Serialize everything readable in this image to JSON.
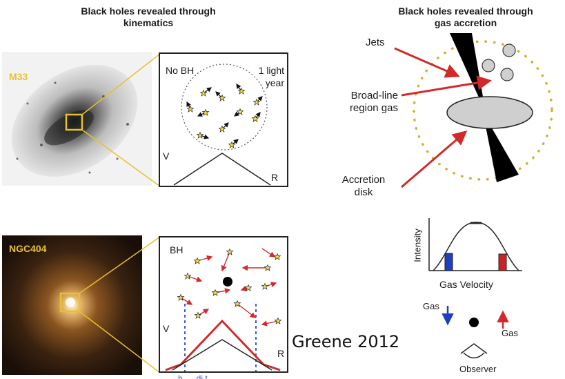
{
  "left_title": "Black holes revealed through\nkinematics",
  "right_title": "Black holes revealed through\ngas accretion",
  "m33": {
    "galaxy_label": "M33",
    "panel": {
      "no_bh": "No BH",
      "scale": "1 light\nyear",
      "v_axis": "V",
      "r_axis": "R"
    }
  },
  "ngc404": {
    "galaxy_label": "NGC404",
    "panel": {
      "bh": "BH",
      "v_axis": "V",
      "r_axis": "R",
      "bottom_cut": "b .... di t"
    }
  },
  "accretion": {
    "jets": "Jets",
    "blr": "Broad-line\nregion gas",
    "disk": "Accretion\ndisk"
  },
  "spectrum": {
    "ylabel": "Intensity",
    "xlabel": "Gas Velocity"
  },
  "observer": {
    "gas_left": "Gas",
    "gas_right": "Gas",
    "observer": "Observer"
  },
  "citation": "Greene 2012",
  "colors": {
    "gold": "#e7c12e",
    "red_arrow": "#d22a2a",
    "blue": "#1f3fbf",
    "red": "#cc2222",
    "dotted_gold": "#d9ae2b"
  }
}
